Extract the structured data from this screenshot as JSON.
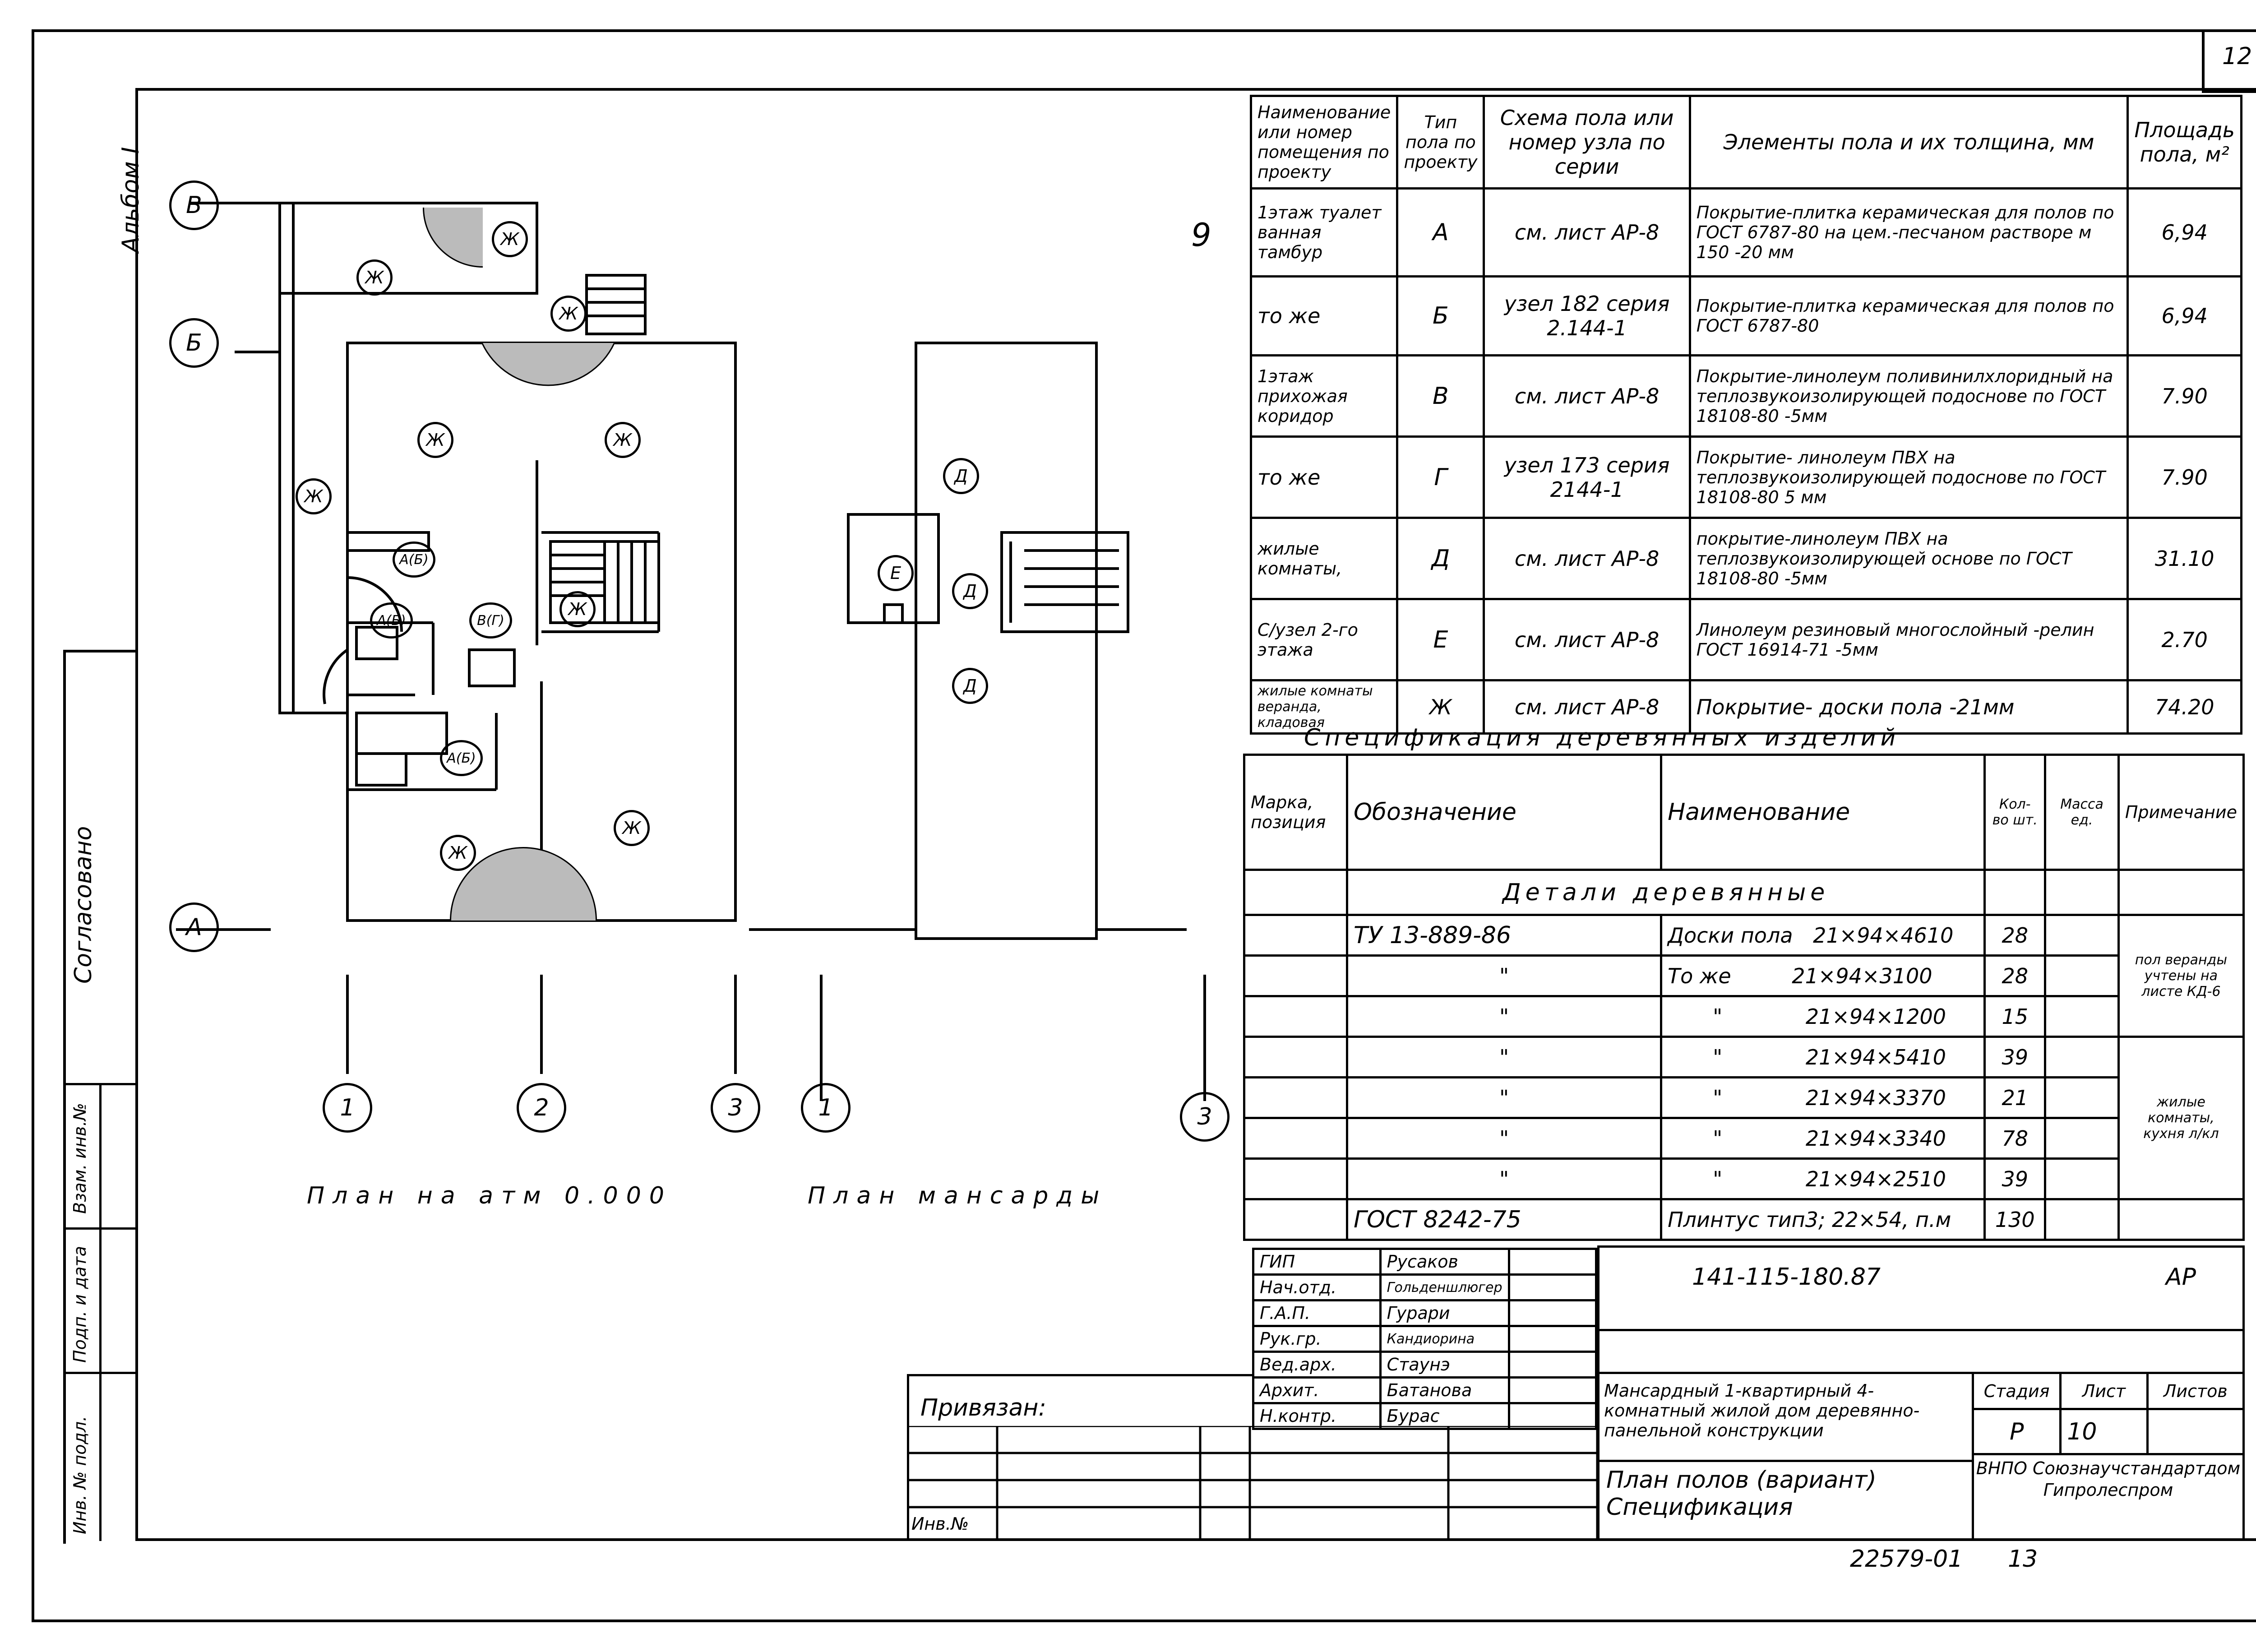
{
  "sheet_corner_number": "12",
  "page_mark": "9",
  "album_label": "Альбом I",
  "side_labels": {
    "agreed": "Согласовано",
    "inv_zam": "Взам. инв.№",
    "sign_date": "Подп. и дата",
    "inv_podl": "Инв. № подл."
  },
  "plan1_caption": "План на атм 0.000",
  "plan2_caption": "План мансарды",
  "axes": {
    "rows": [
      "В",
      "Б",
      "А"
    ],
    "cols1": [
      "1",
      "2",
      "3"
    ],
    "cols2": [
      "1",
      "3"
    ]
  },
  "room_marks": {
    "zh": "Ж",
    "ab": "А(Б)",
    "vg": "В(Г)",
    "d": "Д",
    "e": "Е"
  },
  "floor_table": {
    "headers": [
      "Наименование или номер помещения по проекту",
      "Тип пола по проекту",
      "Схема пола или номер узла по серии",
      "Элементы пола и их толщина, мм",
      "Площадь пола, м²"
    ],
    "rows": [
      {
        "room": "1этаж туалет ванная тамбур",
        "type": "А",
        "scheme": "см. лист АР-8",
        "elements": "Покрытие-плитка керамическая для полов по ГОСТ 6787-80 на цем.-песчаном растворе м 150",
        "thick": "-20 мм",
        "area": "6,94"
      },
      {
        "room": "то же",
        "type": "Б",
        "scheme": "узел 182 серия 2.144-1",
        "elements": "Покрытие-плитка керамическая для полов по ГОСТ 6787-80",
        "thick": "",
        "area": "6,94"
      },
      {
        "room": "1этаж прихожая коридор",
        "type": "В",
        "scheme": "см. лист АР-8",
        "elements": "Покрытие-линолеум поливинилхлоридный на теплозвукоизолирующей подоснове по ГОСТ 18108-80",
        "thick": "-5мм",
        "area": "7.90"
      },
      {
        "room": "то же",
        "type": "Г",
        "scheme": "узел 173 серия 2144-1",
        "elements": "Покрытие- линолеум ПВХ на теплозвукоизолирующей подоснове по ГОСТ 18108-80",
        "thick": "5 мм",
        "area": "7.90"
      },
      {
        "room": "жилые комнаты,",
        "type": "Д",
        "scheme": "см. лист АР-8",
        "elements": "покрытие-линолеум ПВХ на теплозвукоизолирующей основе по ГОСТ 18108-80",
        "thick": "-5мм",
        "area": "31.10"
      },
      {
        "room": "С/узел 2-го этажа",
        "type": "Е",
        "scheme": "см. лист АР-8",
        "elements": "Линолеум резиновый многослойный -релин ГОСТ 16914-71",
        "thick": "-5мм",
        "area": "2.70"
      },
      {
        "room": "жилые комнаты веранда, кладовая",
        "type": "Ж",
        "scheme": "см. лист АР-8",
        "elements": "Покрытие- доски пола",
        "thick": "-21мм",
        "area": "74.20"
      }
    ]
  },
  "spec_title": "Спецификация деревянных изделий",
  "spec_table": {
    "headers": [
      "Марка, позиция",
      "Обозначение",
      "Наименование",
      "Кол-во шт.",
      "Масса ед.",
      "Примечание"
    ],
    "group": "Детали деревянные",
    "rows": [
      {
        "code": "ТУ 13-889-86",
        "name": "Доски пола",
        "size": "21×94×4610",
        "qty": "28"
      },
      {
        "code": "\"",
        "name": "То же",
        "size": "21×94×3100",
        "qty": "28"
      },
      {
        "code": "\"",
        "name": "\"",
        "size": "21×94×1200",
        "qty": "15"
      },
      {
        "code": "\"",
        "name": "\"",
        "size": "21×94×5410",
        "qty": "39"
      },
      {
        "code": "\"",
        "name": "\"",
        "size": "21×94×3370",
        "qty": "21"
      },
      {
        "code": "\"",
        "name": "\"",
        "size": "21×94×3340",
        "qty": "78"
      },
      {
        "code": "\"",
        "name": "\"",
        "size": "21×94×2510",
        "qty": "39"
      },
      {
        "code": "ГОСТ 8242-75",
        "name": "Плинтус тип3; 22×54, п.м",
        "size": "",
        "qty": "130"
      }
    ],
    "note1": "пол веранды учтены на листе КД-6",
    "note2": "жилые комнаты, кухня л/кл"
  },
  "stamp": {
    "doc_code": "141-115-180.87",
    "mark": "АР",
    "people": [
      {
        "role": "ГИП",
        "name": "Русаков"
      },
      {
        "role": "Нач.отд.",
        "name": "Гольденшлюгер"
      },
      {
        "role": "Г.А.П.",
        "name": "Гурари"
      },
      {
        "role": "Рук.гр.",
        "name": "Кандиорина"
      },
      {
        "role": "Вед.арх.",
        "name": "Стаунэ"
      },
      {
        "role": "Архит.",
        "name": "Батанова"
      },
      {
        "role": "Н.контр.",
        "name": "Бурас"
      }
    ],
    "project": "Мансардный 1-квартирный 4-комнатный жилой дом деревянно-панельной конструкции",
    "sheet_title": "План полов (вариант) Спецификация",
    "stage_h": "Стадия",
    "sheet_h": "Лист",
    "sheets_h": "Листов",
    "stage": "Р",
    "sheet": "10",
    "org": "ВНПО Союзнаучстандартдом Гипролеспром",
    "tied": "Привязан:",
    "inv_no": "Инв.№"
  },
  "bottom_code": "22579-01",
  "bottom_page": "13"
}
